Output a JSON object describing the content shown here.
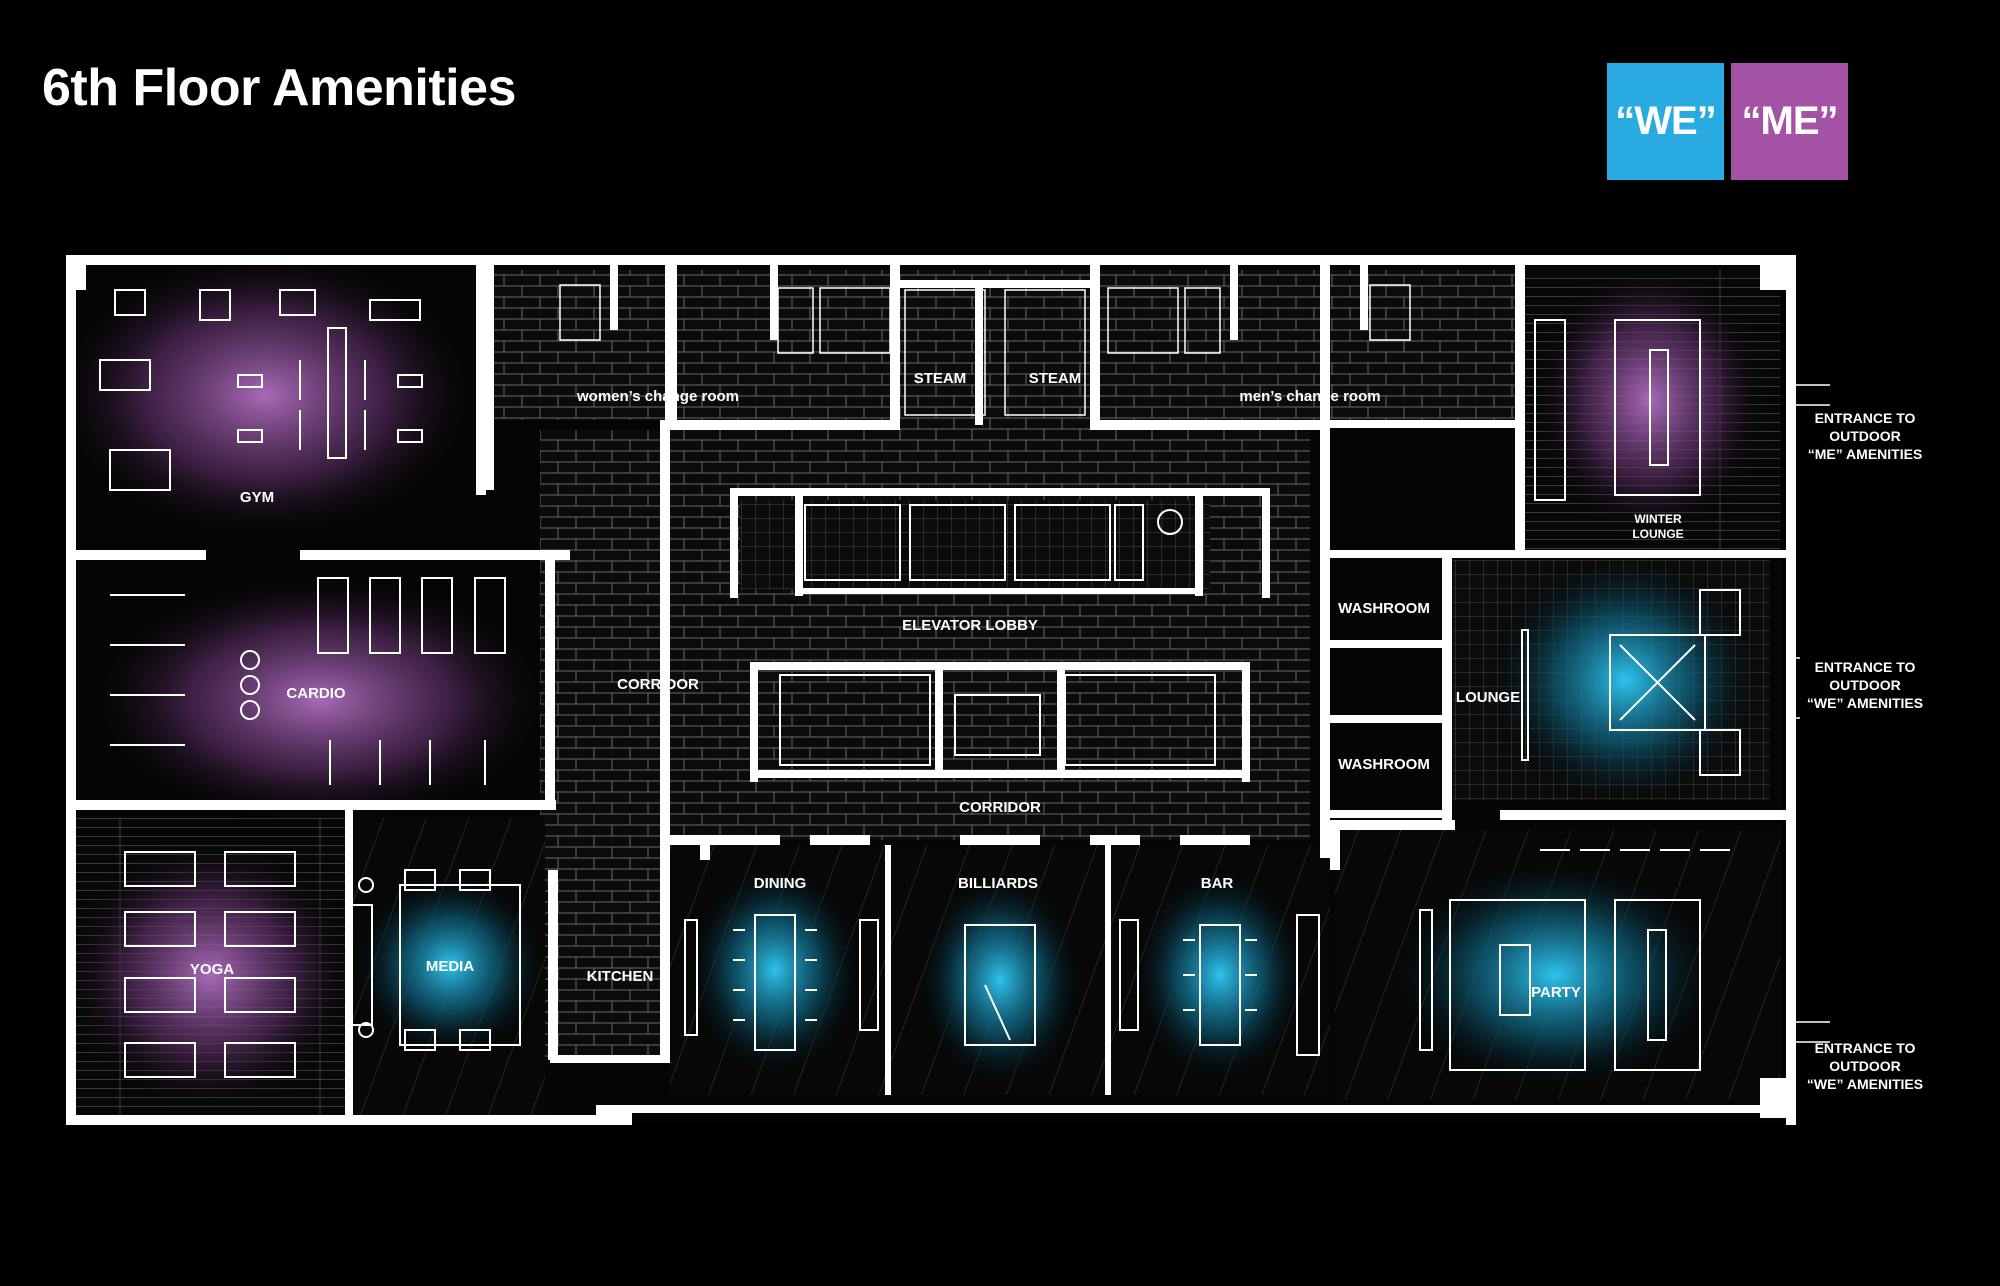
{
  "title": "6th Floor Amenities",
  "legend": {
    "we": {
      "label": "“WE”",
      "color": "#29abe2"
    },
    "me": {
      "label": "“ME”",
      "color": "#a352a6"
    }
  },
  "rooms": {
    "gym": "GYM",
    "cardio": "CARDIO",
    "yoga": "YOGA",
    "media": "MEDIA",
    "kitchen": "KITCHEN",
    "corridor_west": "CORRIDOR",
    "corridor_south": "CORRIDOR",
    "womens_change": "women’s change room",
    "mens_change": "men’s change room",
    "steam_1": "STEAM",
    "steam_2": "STEAM",
    "elevator_lobby": "ELEVATOR LOBBY",
    "dining": "DINING",
    "billiards": "BILLIARDS",
    "bar": "BAR",
    "washroom_1": "WASHROOM",
    "washroom_2": "WASHROOM",
    "lounge": "LOUNGE",
    "winter_lounge_1": "WINTER",
    "winter_lounge_2": "LOUNGE",
    "party": "PARTY"
  },
  "entrances": [
    [
      "ENTRANCE TO",
      "OUTDOOR",
      "“ME” AMENITIES"
    ],
    [
      "ENTRANCE TO",
      "OUTDOOR",
      "“WE” AMENITIES"
    ],
    [
      "ENTRANCE TO",
      "OUTDOOR",
      "“WE” AMENITIES"
    ]
  ]
}
